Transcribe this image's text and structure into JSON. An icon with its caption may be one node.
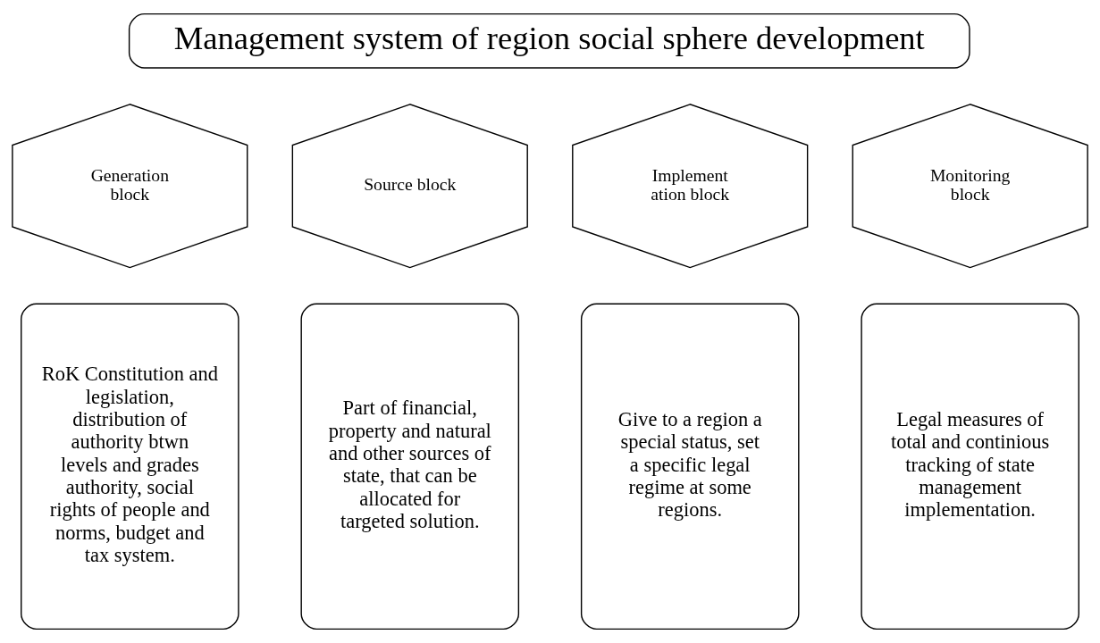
{
  "diagram": {
    "nodes": [
      {
        "text": [
          "Management system of region social sphere development"
        ]
      },
      {
        "text": [
          "Generation block"
        ]
      },
      {
        "text": [
          "Source block"
        ]
      },
      {
        "text": [
          "Implement ation block"
        ]
      },
      {
        "text": [
          "Monitoring block"
        ]
      },
      {
        "text": [
          "RoK Constitution and legislation, distribution of authority btwn levels and grades authority, social rights of people and norms, budget and tax system."
        ]
      },
      {
        "text": [
          "Part of financial, property and natural and other sources of state, that can be allocated for targeted solution."
        ]
      },
      {
        "text": [
          "Give to a region a special status, set a specific legal regime at some regions."
        ]
      },
      {
        "text": [
          "Legal measures of total and continious tracking of state management implementation."
        ]
      }
    ]
  }
}
